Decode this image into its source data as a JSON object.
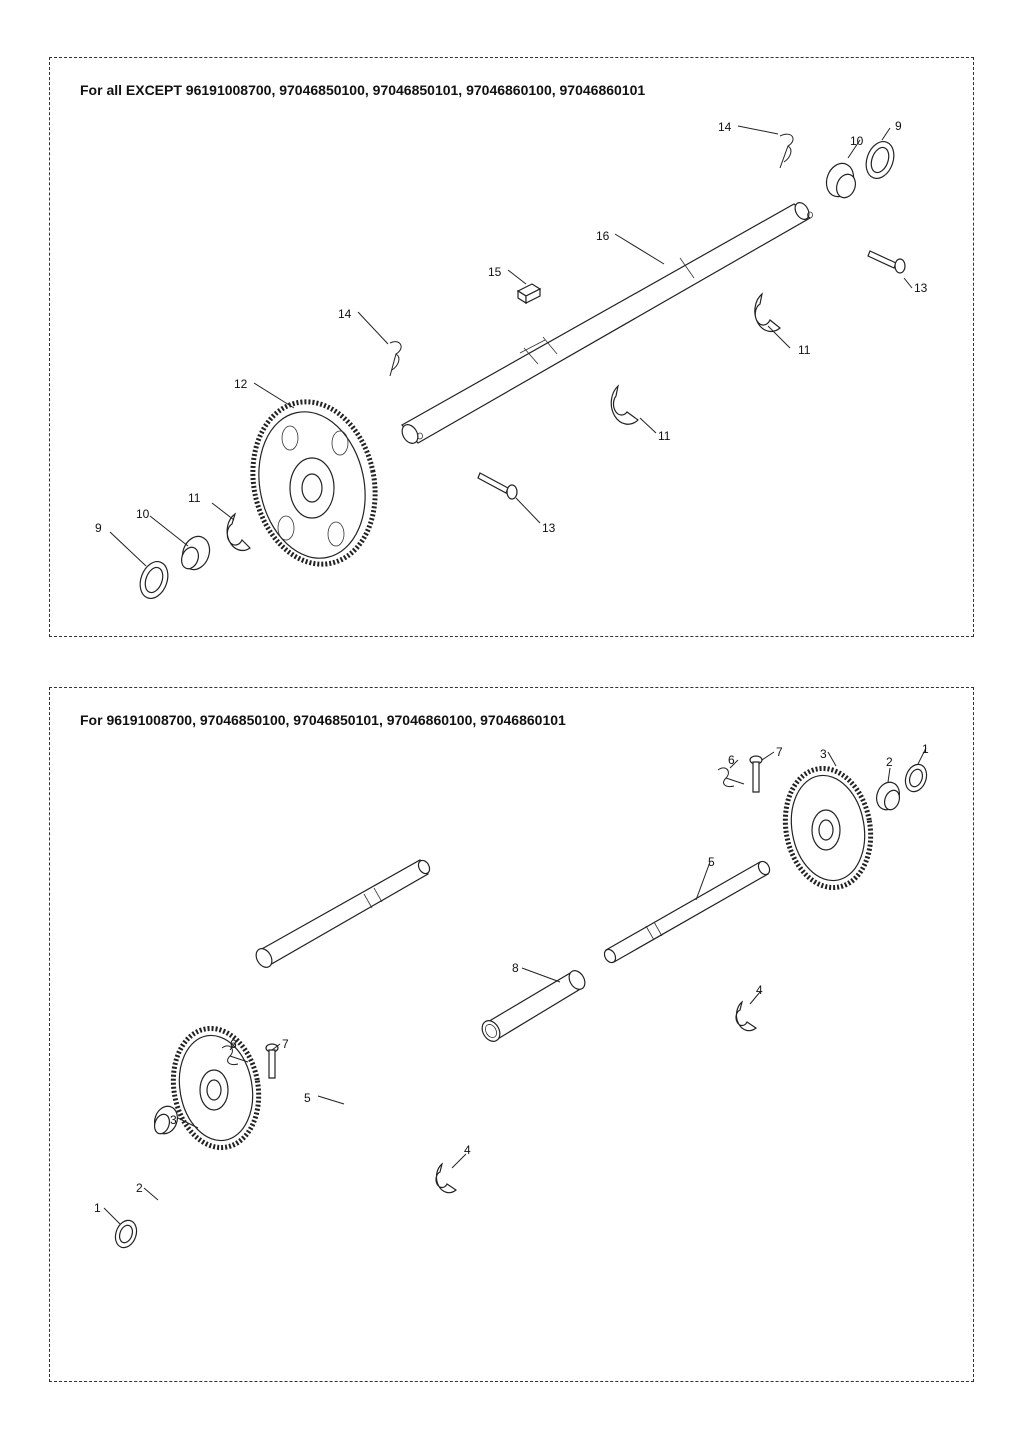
{
  "panel_a": {
    "heading": "For all EXCEPT 96191008700, 97046850100, 97046850101, 97046860100, 97046860101",
    "callouts": {
      "c14a": "14",
      "c10a": "10",
      "c9a": "9",
      "c16": "16",
      "c15": "15",
      "c13a": "13",
      "c14b": "14",
      "c11a": "11",
      "c12": "12",
      "c11b": "11",
      "c11c": "11",
      "c10b": "10",
      "c9b": "9",
      "c13b": "13"
    }
  },
  "panel_b": {
    "heading": "For 96191008700, 97046850100, 97046850101, 97046860100, 97046860101",
    "callouts": {
      "c6a": "6",
      "c7a": "7",
      "c3a": "3",
      "c2a": "2",
      "c1a": "1",
      "c5a": "5",
      "c8": "8",
      "c4a": "4",
      "c6b": "6",
      "c7b": "7",
      "c5b": "5",
      "c3b": "3",
      "c4b": "4",
      "c2b": "2",
      "c1b": "1"
    }
  }
}
